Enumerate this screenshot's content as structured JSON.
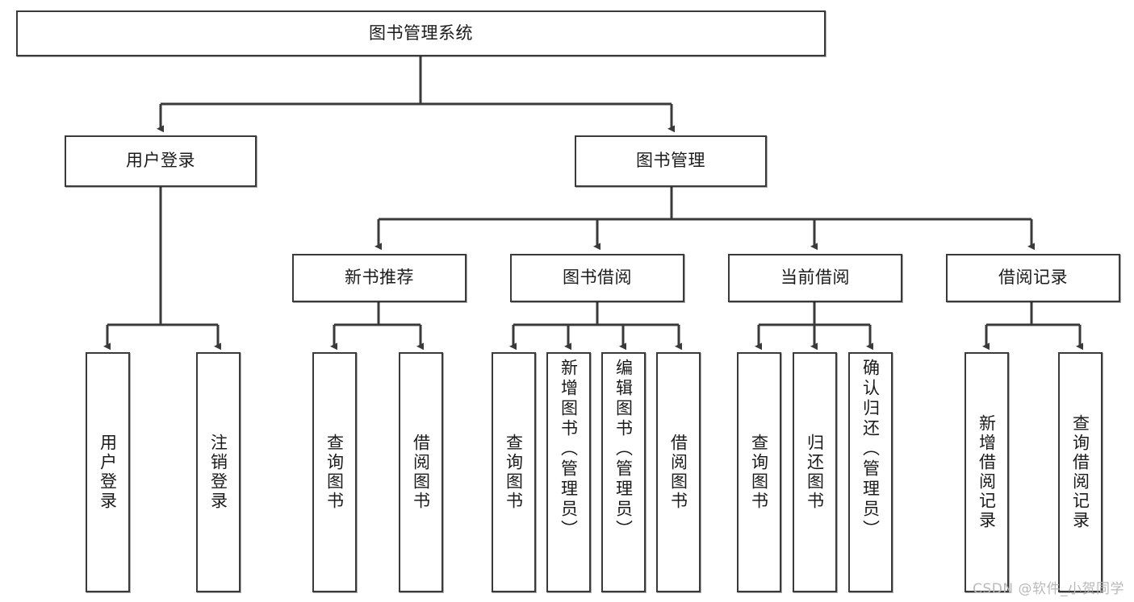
{
  "diagram": {
    "title": "图书管理系统",
    "watermark": "CSDN @软件_小贺同学",
    "colors": {
      "background": "#ffffff",
      "node_fill": "#ffffff",
      "node_border": "#3a3a3a",
      "edge": "#3a3a3a",
      "text": "#1b1b1b",
      "watermark": "#b9b9b9"
    },
    "levels": {
      "root": {
        "label": "图书管理系统"
      },
      "level2": [
        {
          "label": "用户登录"
        },
        {
          "label": "图书管理"
        }
      ],
      "level3": [
        {
          "label": "新书推荐"
        },
        {
          "label": "图书借阅"
        },
        {
          "label": "当前借阅"
        },
        {
          "label": "借阅记录"
        }
      ],
      "leaves": [
        {
          "label": "用户登录",
          "parent": "用户登录"
        },
        {
          "label": "注销登录",
          "parent": "用户登录"
        },
        {
          "label": "查询图书",
          "parent": "新书推荐"
        },
        {
          "label": "借阅图书",
          "parent": "新书推荐"
        },
        {
          "label": "查询图书",
          "parent": "图书借阅"
        },
        {
          "label": "新增图书（管理员）",
          "parent": "图书借阅"
        },
        {
          "label": "编辑图书（管理员）",
          "parent": "图书借阅"
        },
        {
          "label": "借阅图书",
          "parent": "图书借阅"
        },
        {
          "label": "查询图书",
          "parent": "当前借阅"
        },
        {
          "label": "归还图书",
          "parent": "当前借阅"
        },
        {
          "label": "确认归还（管理员）",
          "parent": "当前借阅"
        },
        {
          "label": "新增借阅记录",
          "parent": "借阅记录"
        },
        {
          "label": "查询借阅记录",
          "parent": "借阅记录"
        }
      ]
    }
  }
}
